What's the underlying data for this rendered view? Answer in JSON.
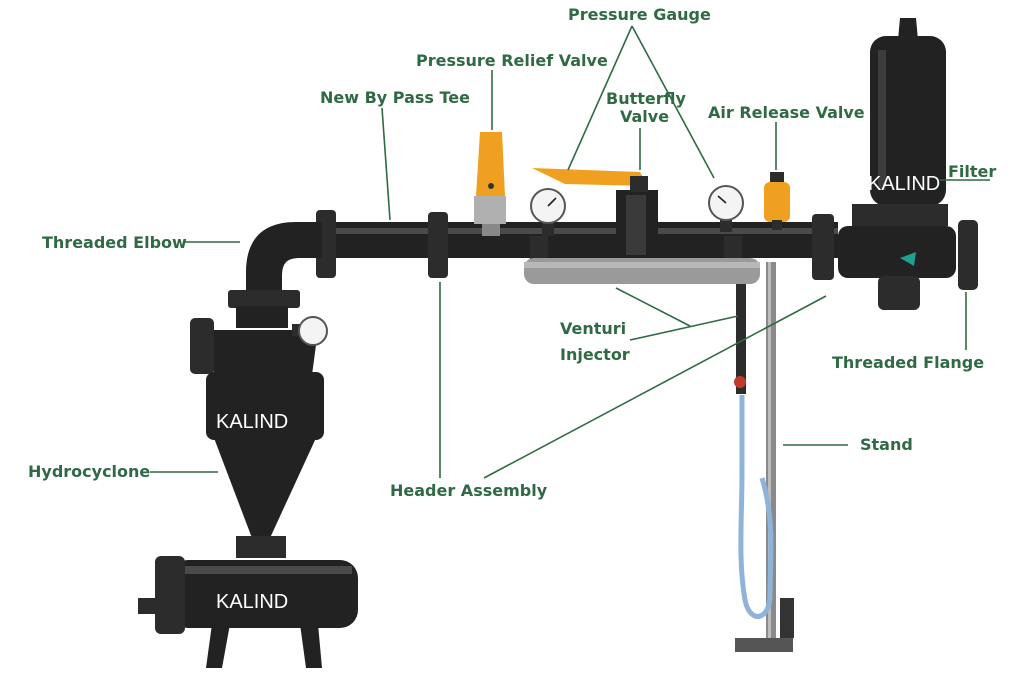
{
  "labels": {
    "pressure_gauge": "Pressure Gauge",
    "pressure_relief_valve": "Pressure Relief Valve",
    "new_by_pass_tee": "New By Pass Tee",
    "butterfly_valve_line1": "Butterfly",
    "butterfly_valve_line2": "Valve",
    "air_release_valve": "Air Release Valve",
    "filter": "Filter",
    "threaded_elbow": "Threaded Elbow",
    "threaded_flange": "Threaded Flange",
    "venturi_injector_line1": "Venturi",
    "venturi_injector_line2": "Injector",
    "stand": "Stand",
    "header_assembly": "Header Assembly",
    "hydrocyclone": "Hydrocyclone"
  },
  "branding": {
    "filter_brand": "KALIND",
    "cyclone_brand": "KALIND",
    "tank_brand": "KALIND"
  },
  "colors": {
    "label_text": "#2f6a45",
    "pipe_black": "#222222",
    "valve_orange": "#f0a020",
    "venturi_grey": "#9a9a9a",
    "hose_blue": "#8fb3d9"
  }
}
